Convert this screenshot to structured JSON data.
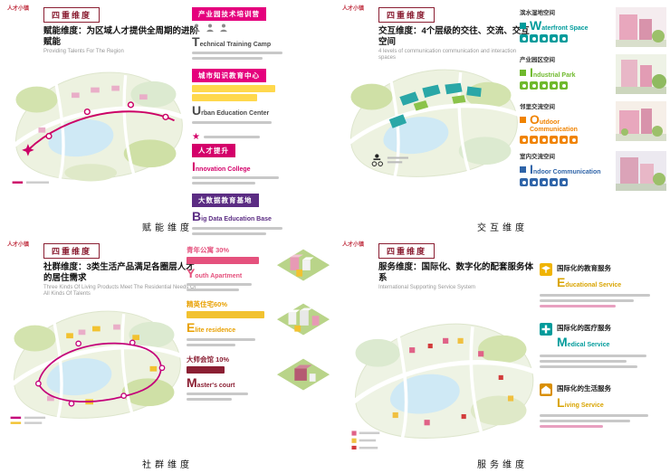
{
  "board": {
    "q1": {
      "logo": "人才小镇",
      "badge": "四重维度",
      "title": "赋能维度：为区域人才提供全周期的进阶赋能",
      "subtitle": "Providing Talents For The Region",
      "caption": "赋能维度",
      "star_icon": "★",
      "accent": "#d4006a",
      "items": [
        {
          "cn": "产业园技术培训营",
          "en": "Technical Training Camp",
          "color": "#4a4a4a"
        },
        {
          "cn": "城市知识教育中心",
          "en": "Urban Education Center",
          "color": "#4a4a4a"
        },
        {
          "cn": "人才提升",
          "en": "Innovation College",
          "color": "#d4006a"
        },
        {
          "cn": "大数据教育基地",
          "en": "Big Data Education Base",
          "color": "#5b2c83"
        }
      ]
    },
    "q2": {
      "logo": "人才小镇",
      "badge": "四重维度",
      "title": "交互维度：4个层级的交往、交流、交互空间",
      "subtitle": "4 levels of communication communication and interaction spaces",
      "caption": "交互维度",
      "items": [
        {
          "cn": "滨水湿地空间",
          "en": "Waterfront Space",
          "color": "#009b9b"
        },
        {
          "cn": "产业园区空间",
          "en": "Industrial Park",
          "color": "#6fb92c"
        },
        {
          "cn": "邻里交流空间",
          "en": "Outdoor Communication",
          "color": "#f08300"
        },
        {
          "cn": "室内交流空间",
          "en": "Indoor Communication",
          "color": "#2f64a8"
        }
      ]
    },
    "q3": {
      "logo": "人才小镇",
      "badge": "四重维度",
      "title": "社群维度：3类生活产品满足各圈层人才的居住需求",
      "subtitle": "Three Kinds Of Living Products Meet The Residential Needs Of All Kinds Of Talents",
      "caption": "社群维度",
      "items": [
        {
          "cn": "青年公寓 30%",
          "en": "Youth Apartment",
          "color": "#e5517d",
          "percent": 30
        },
        {
          "cn": "精英住宅60%",
          "en": "Elite residence",
          "color": "#e8a000",
          "percent": 60
        },
        {
          "cn": "大师会馆 10%",
          "en": "Master's court",
          "color": "#8b1f33",
          "percent": 10
        }
      ]
    },
    "q4": {
      "logo": "人才小镇",
      "badge": "四重维度",
      "title": "服务维度：国际化、数字化的配套服务体系",
      "subtitle": "International Supporting Service System",
      "caption": "服务维度",
      "items": [
        {
          "cn": "国际化的教育服务",
          "en": "Educational Service",
          "color": "#e8b400"
        },
        {
          "cn": "国际化的医疗服务",
          "en": "Medical Service",
          "color": "#009b9b"
        },
        {
          "cn": "国际化的生活服务",
          "en": "Living Service",
          "color": "#d98f00"
        }
      ]
    }
  }
}
